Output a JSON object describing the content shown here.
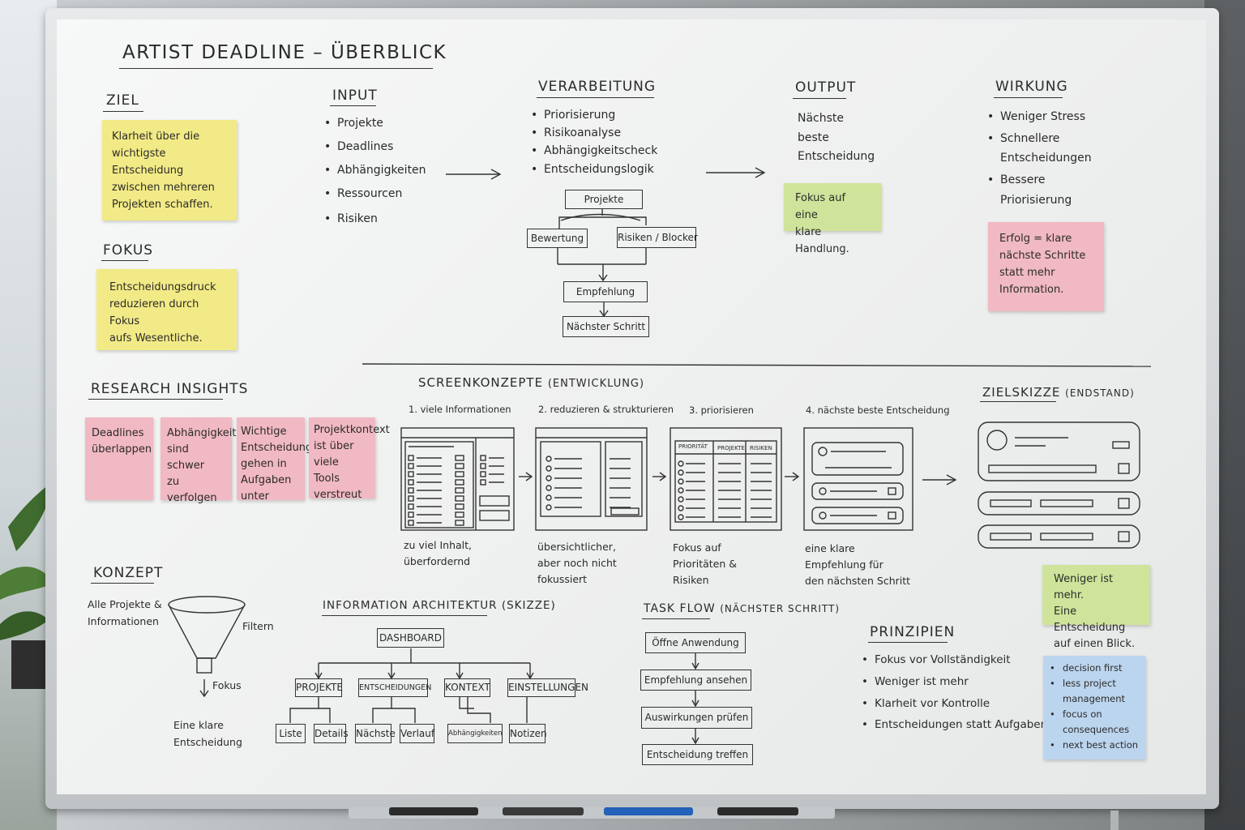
{
  "title": "ARTIST DEADLINE – ÜBERBLICK",
  "ziel": {
    "heading": "ZIEL",
    "note": "Klarheit über die\nwichtigste Entscheidung\nzwischen mehreren\nProjekten schaffen."
  },
  "fokus": {
    "heading": "FOKUS",
    "note": "Entscheidungsdruck\nreduzieren durch Fokus\naufs Wesentliche."
  },
  "input": {
    "heading": "INPUT",
    "items": [
      "Projekte",
      "Deadlines",
      "Abhängigkeiten",
      "Ressourcen",
      "Risiken"
    ]
  },
  "verarbeitung": {
    "heading": "VERARBEITUNG",
    "items": [
      "Priorisierung",
      "Risikoanalyse",
      "Abhängigkeitscheck",
      "Entscheidungslogik"
    ],
    "flow": {
      "projekte": "Projekte",
      "bewertung": "Bewertung",
      "risiken": "Risiken / Blocker",
      "empfehlung": "Empfehlung",
      "naechster": "Nächster Schritt"
    }
  },
  "output": {
    "heading": "OUTPUT",
    "text": [
      "Nächste",
      "beste",
      "Entscheidung"
    ],
    "note": "Fokus auf eine\nklare Handlung."
  },
  "wirkung": {
    "heading": "WIRKUNG",
    "items": [
      "Weniger Stress",
      "Schnellere",
      "Entscheidungen",
      "Bessere",
      "Priorisierung"
    ],
    "note": "Erfolg = klare\nnächste Schritte\nstatt mehr\nInformation."
  },
  "research": {
    "heading": "RESEARCH INSIGHTS",
    "notes": [
      "Deadlines\nüberlappen",
      "Abhängigkeiten\nsind schwer\nzu verfolgen",
      "Wichtige\nEntscheidungen\ngehen in\nAufgaben unter",
      "Projektkontext\nist über viele\nTools verstreut"
    ]
  },
  "screens": {
    "heading": "SCREENKONZEPTE",
    "heading_sub": "(ENTWICKLUNG)",
    "steps": [
      {
        "label": "1. viele Informationen",
        "caption": "zu viel Inhalt,\nüberfordernd"
      },
      {
        "label": "2. reduzieren & strukturieren",
        "caption": "übersichtlicher,\naber noch nicht\nfokussiert"
      },
      {
        "label": "3. priorisieren",
        "caption": "Fokus auf\nPrioritäten &\nRisiken"
      },
      {
        "label": "4. nächste beste Entscheidung",
        "caption": "eine klare\nEmpfehlung für\nden nächsten Schritt"
      }
    ],
    "cols": [
      "PRIORITÄT",
      "PROJEKTE",
      "RISIKEN"
    ]
  },
  "zielskizze": {
    "heading": "ZIELSKIZZE",
    "heading_sub": "(ENDSTAND)",
    "note": "Weniger ist mehr.\nEine Entscheidung\nauf einen Blick."
  },
  "konzept": {
    "heading": "KONZEPT",
    "top": "Alle Projekte &\nInformationen",
    "filtern": "Filtern",
    "fokus": "Fokus",
    "bottom": "Eine klare\nEntscheidung"
  },
  "ia": {
    "heading": "INFORMATION ARCHITEKTUR",
    "heading_sub": "(SKIZZE)",
    "root": "DASHBOARD",
    "level1": [
      "PROJEKTE",
      "ENTSCHEIDUNGEN",
      "KONTEXT",
      "EINSTELLUNGEN"
    ],
    "level2": [
      "Liste",
      "Details",
      "Nächste",
      "Verlauf",
      "Abhängigkeiten",
      "Notizen"
    ]
  },
  "taskflow": {
    "heading": "TASK FLOW",
    "heading_sub": "(NÄCHSTER SCHRITT)",
    "steps": [
      "Öffne Anwendung",
      "Empfehlung ansehen",
      "Auswirkungen prüfen",
      "Entscheidung treffen"
    ]
  },
  "prinzipien": {
    "heading": "PRINZIPIEN",
    "items": [
      "Fokus vor Vollständigkeit",
      "Weniger ist mehr",
      "Klarheit vor Kontrolle",
      "Entscheidungen statt Aufgaben"
    ],
    "note": [
      "decision first",
      "less project\nmanagement",
      "focus on\nconsequences",
      "next best action"
    ]
  },
  "colors": {
    "yellow": "#f2ea86",
    "pink": "#f1b9c3",
    "green": "#cfe49a",
    "blue": "#bcd5ee"
  }
}
